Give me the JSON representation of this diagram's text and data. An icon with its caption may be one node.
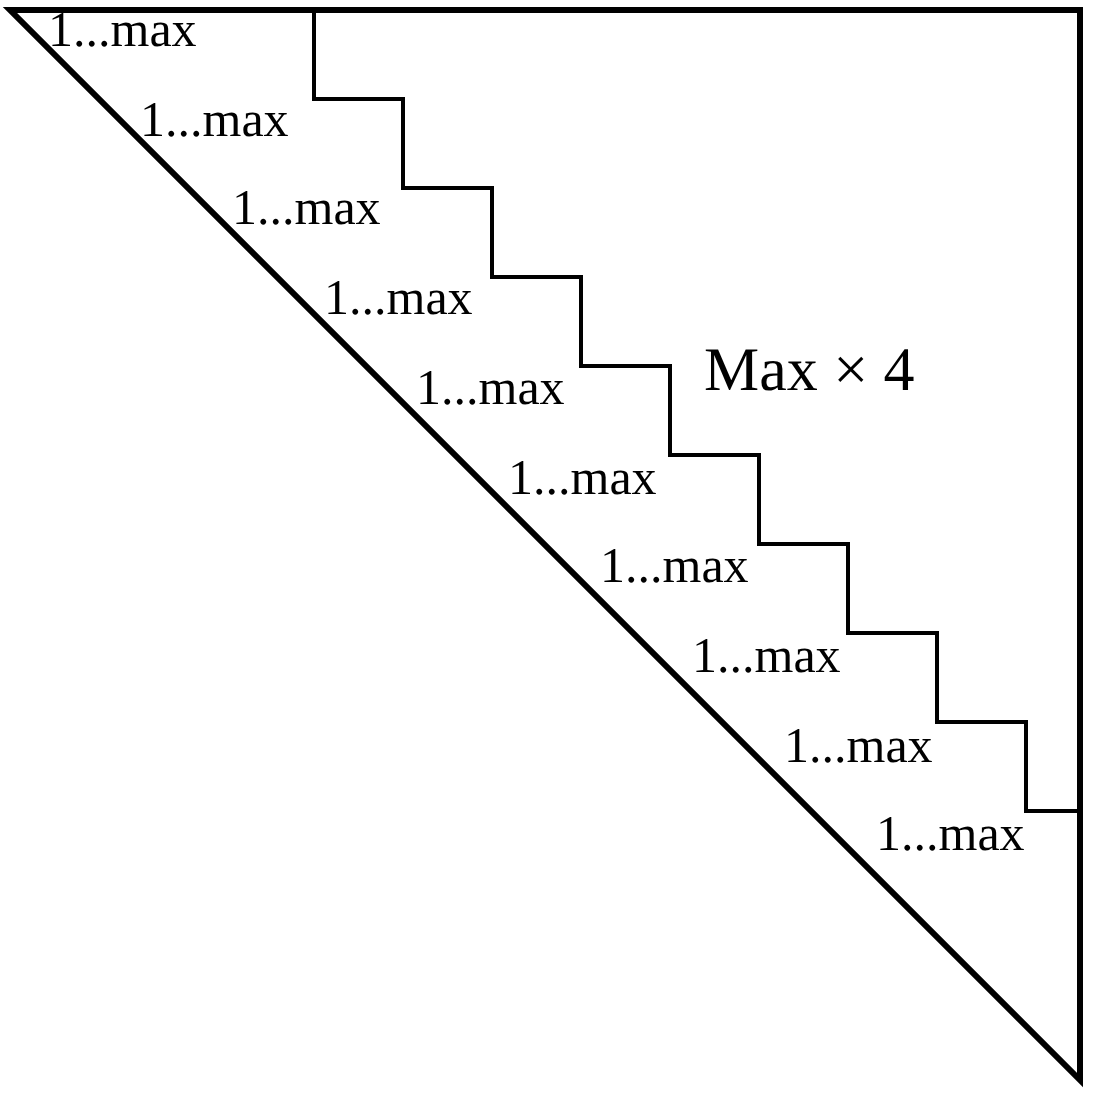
{
  "diagram": {
    "labels": [
      "1...max",
      "1...max",
      "1...max",
      "1...max",
      "1...max",
      "1...max",
      "1...max",
      "1...max",
      "1...max",
      "1...max",
      "Max × 4"
    ]
  }
}
